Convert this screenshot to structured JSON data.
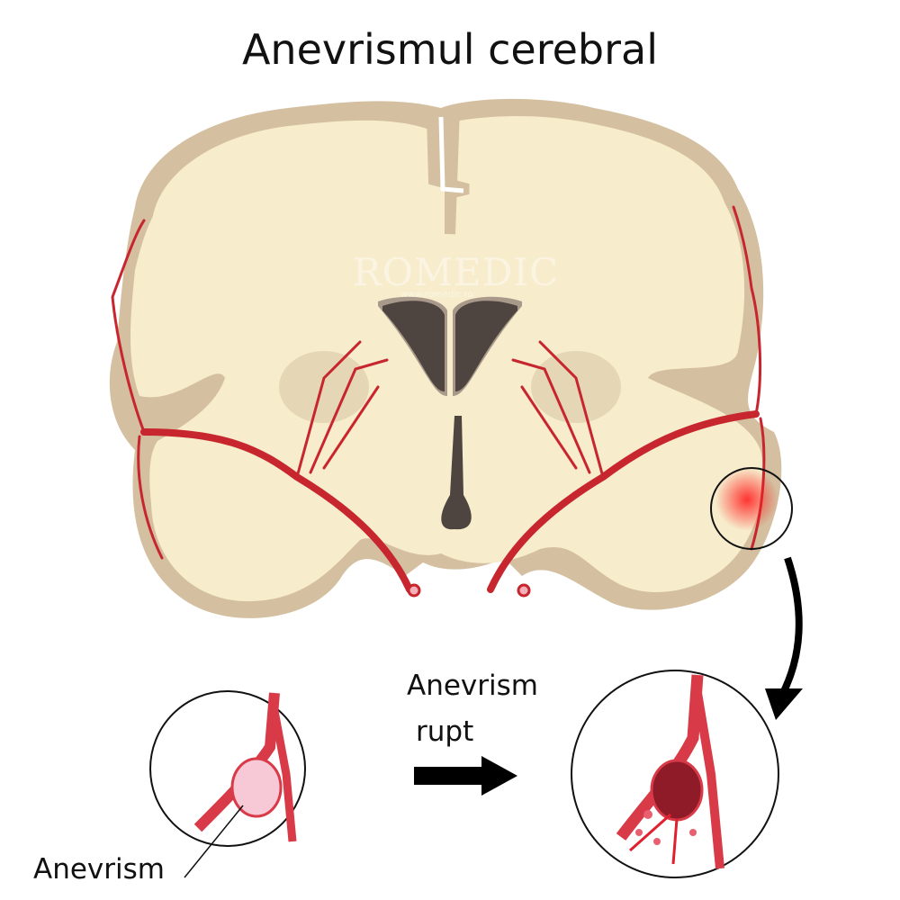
{
  "title": "Anevrismul cerebral",
  "labels": {
    "aneurysm": "Anevrism",
    "ruptured_line1": "Anevrism",
    "ruptured_line2": "rupt"
  },
  "watermark": {
    "brand": "ROMEDIC",
    "url": "www.romedic.ro"
  },
  "colors": {
    "tissue": "#f7eccb",
    "cortex": "#d4c0a0",
    "ventricle": "#4f4540",
    "artery": "#c7262e",
    "aneurysm": "#f7c9d6"
  }
}
